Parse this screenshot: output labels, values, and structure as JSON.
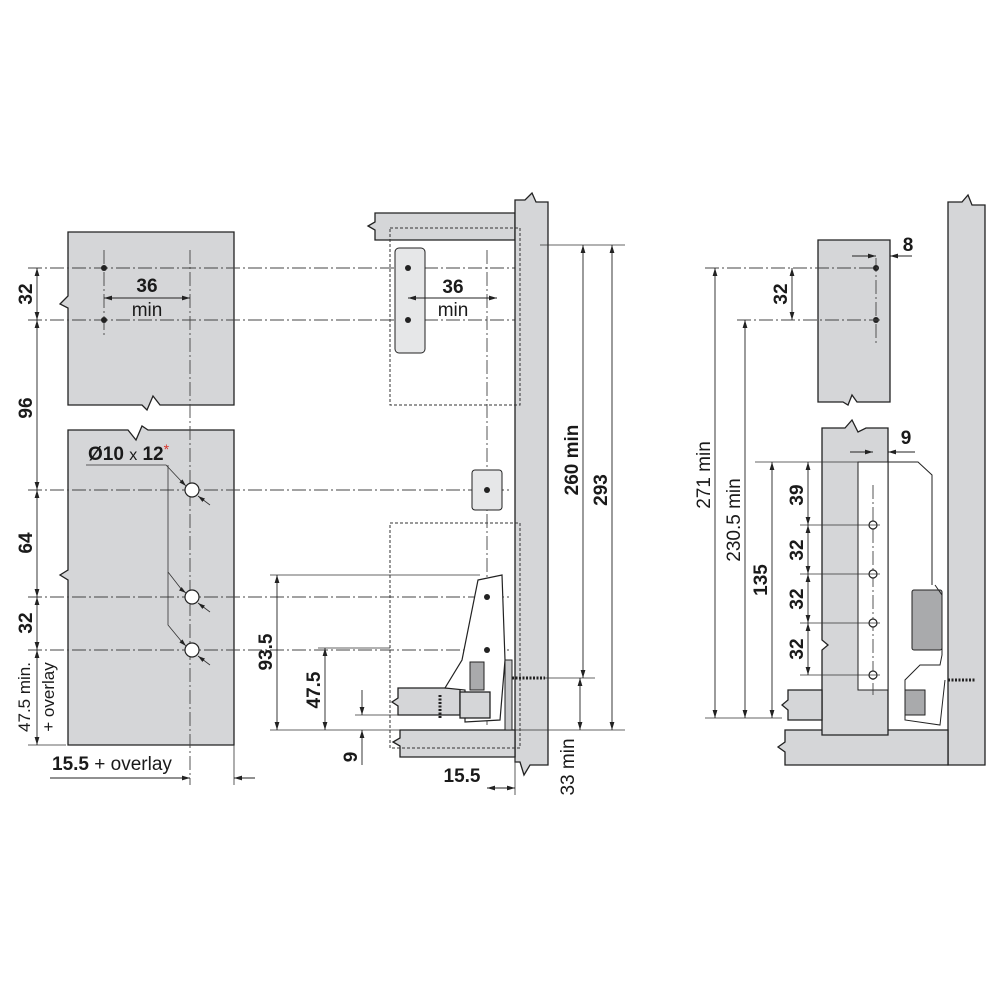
{
  "left_view": {
    "dim_32_top": "32",
    "dim_96": "96",
    "dim_64": "64",
    "dim_32_bottom": "32",
    "dim_bottom_value": "47.5 min.",
    "dim_bottom_note": "+ overlay",
    "spacing_value": "36",
    "spacing_unit": "min",
    "drill_diameter": "Ø10",
    "drill_x": "x",
    "drill_depth": "12",
    "drill_asterisk": "*",
    "offset_value": "15.5",
    "offset_note": "+ overlay"
  },
  "middle_view": {
    "spacing_value": "36",
    "spacing_unit": "min",
    "dim_260": "260 min",
    "dim_293": "293",
    "dim_33": "33 min",
    "dim_93_5": "93.5",
    "dim_47_5": "47.5",
    "dim_9": "9",
    "dim_15_5": "15.5"
  },
  "right_view": {
    "dim_8": "8",
    "dim_32_top": "32",
    "dim_9": "9",
    "dim_271": "271 min",
    "dim_230_5": "230.5 min",
    "dim_135": "135",
    "dim_39": "39",
    "dim_32_a": "32",
    "dim_32_b": "32",
    "dim_32_c": "32"
  },
  "colors": {
    "panel": "#d5d6d8",
    "accent": "#d9342b"
  }
}
